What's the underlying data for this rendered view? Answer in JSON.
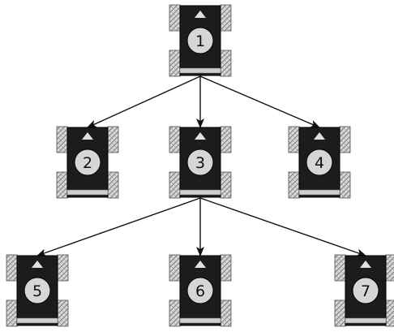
{
  "colors": {
    "body": "#1c1c1c",
    "wheel_fill": "#d9d9d9",
    "wheel_tread": "#7a7a7a",
    "label_circle": "#d6d6d6",
    "bumper": "#cfcfcf",
    "arrow": "#111111"
  },
  "robots": [
    {
      "id": "r1",
      "label": "1"
    },
    {
      "id": "r2",
      "label": "2"
    },
    {
      "id": "r3",
      "label": "3"
    },
    {
      "id": "r4",
      "label": "4"
    },
    {
      "id": "r5",
      "label": "5"
    },
    {
      "id": "r6",
      "label": "6"
    },
    {
      "id": "r7",
      "label": "7"
    }
  ],
  "edges": [
    {
      "from": "r1",
      "to": "r2"
    },
    {
      "from": "r1",
      "to": "r3"
    },
    {
      "from": "r1",
      "to": "r4"
    },
    {
      "from": "r3",
      "to": "r5"
    },
    {
      "from": "r3",
      "to": "r6"
    },
    {
      "from": "r3",
      "to": "r7"
    }
  ]
}
